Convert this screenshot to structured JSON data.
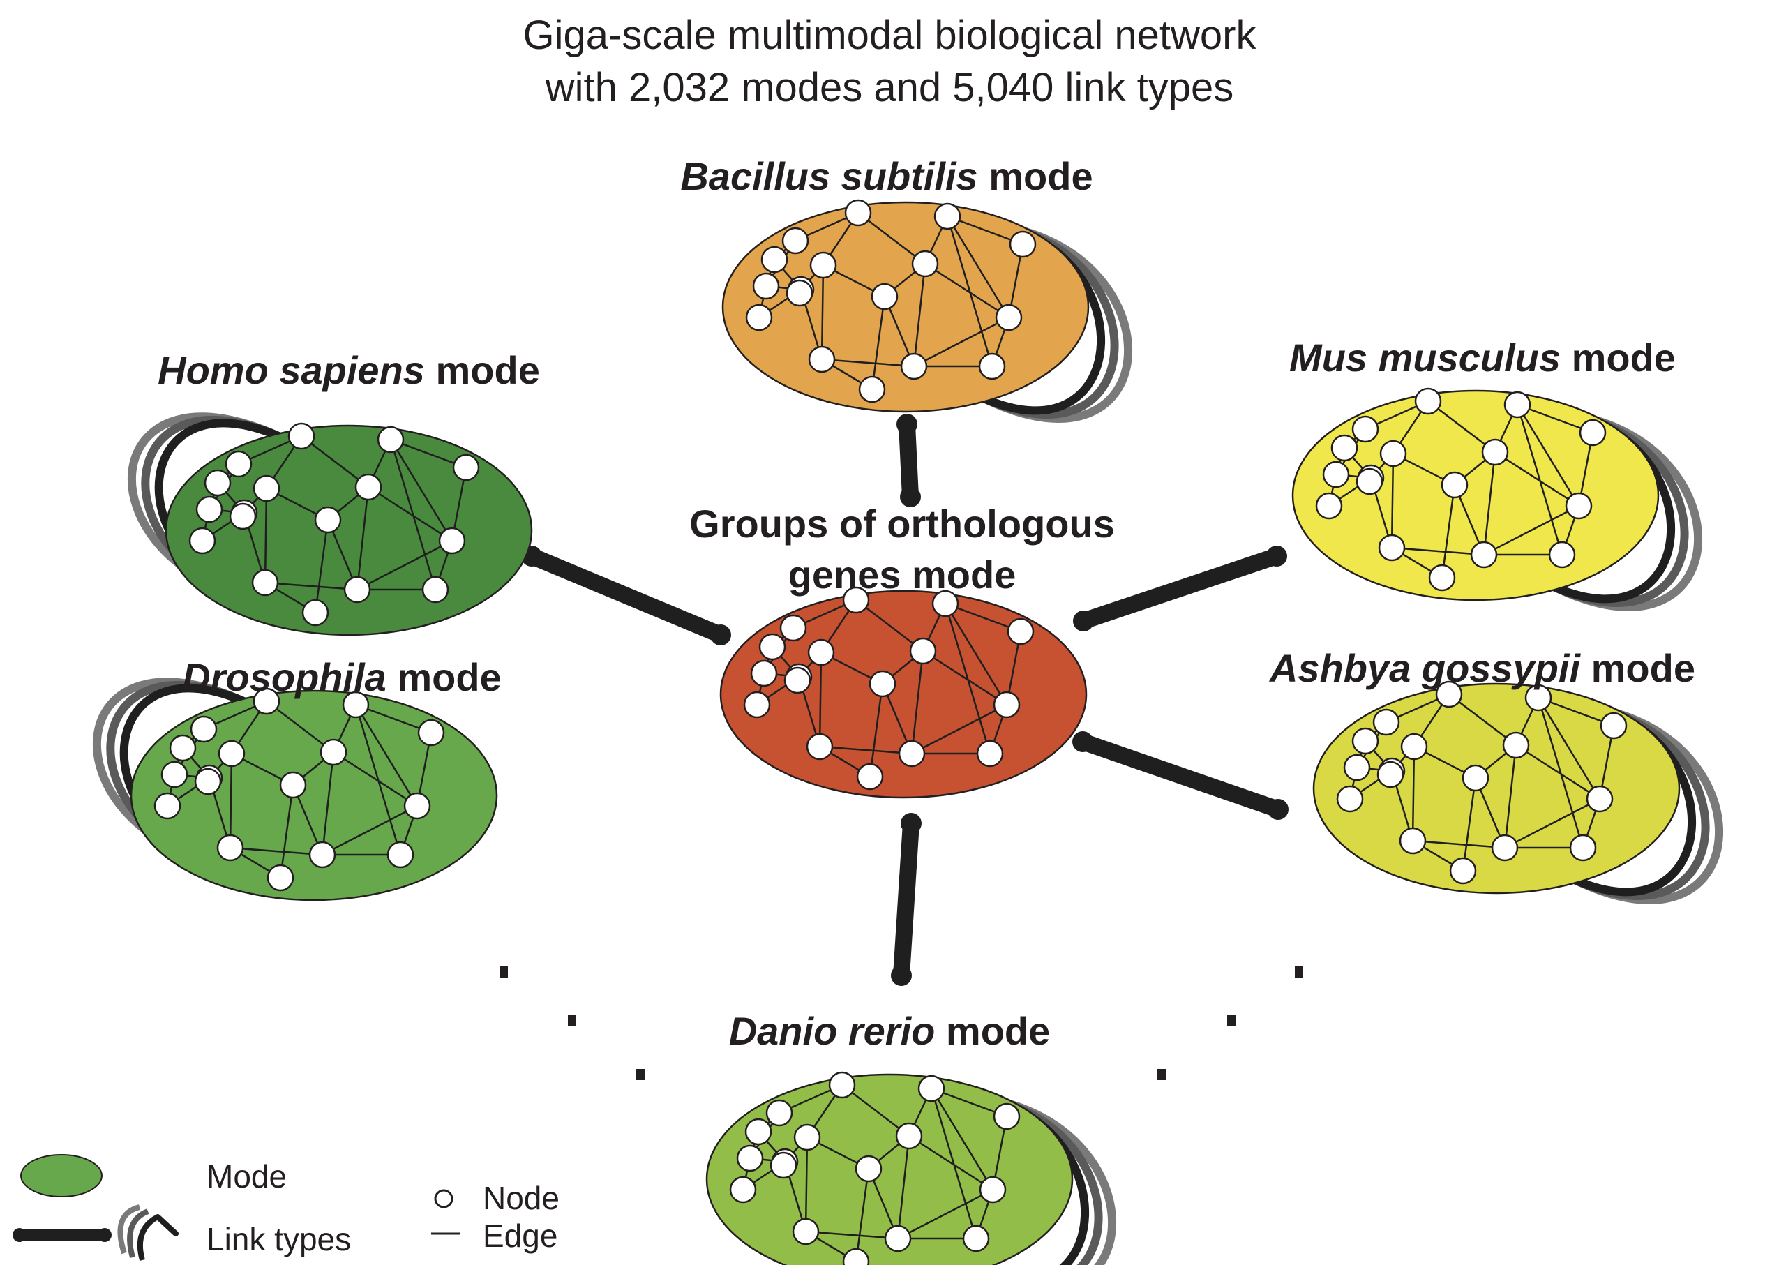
{
  "title": {
    "line1": "Giga-scale multimodal biological network",
    "line2": "with 2,032 modes and 5,040 link types"
  },
  "modes": [
    {
      "id": "center",
      "label_lines": [
        [
          {
            "t": "Groups of orthologous",
            "i": false
          }
        ],
        [
          {
            "t": "genes mode",
            "i": false
          }
        ]
      ],
      "color": "#c65232"
    },
    {
      "id": "bacillus",
      "label_lines": [
        [
          {
            "t": "Bacillus subtilis",
            "i": true
          },
          {
            "t": " mode",
            "i": false
          }
        ]
      ],
      "color": "#e2a54d"
    },
    {
      "id": "homo",
      "label_lines": [
        [
          {
            "t": "Homo sapiens",
            "i": true
          },
          {
            "t": " mode",
            "i": false
          }
        ]
      ],
      "color": "#4a8a3e"
    },
    {
      "id": "drosophila",
      "label_lines": [
        [
          {
            "t": "Drosophila",
            "i": true
          },
          {
            "t": " mode",
            "i": false
          }
        ]
      ],
      "color": "#68a84c"
    },
    {
      "id": "mus",
      "label_lines": [
        [
          {
            "t": "Mus musculus",
            "i": true
          },
          {
            "t": " mode",
            "i": false
          }
        ]
      ],
      "color": "#efe74c"
    },
    {
      "id": "ashbya",
      "label_lines": [
        [
          {
            "t": "Ashbya gossypii",
            "i": true
          },
          {
            "t": " mode",
            "i": false
          }
        ]
      ],
      "color": "#d8d944"
    },
    {
      "id": "danio",
      "label_lines": [
        [
          {
            "t": "Danio rerio",
            "i": true
          },
          {
            "t": " mode",
            "i": false
          }
        ]
      ],
      "color": "#93bd49"
    }
  ],
  "legend": {
    "mode_label": "Mode",
    "link_types_label": "Link types",
    "node_label": "Node",
    "edge_label": "Edge",
    "mode_swatch_color": "#68a84c"
  },
  "colors": {
    "link_dark": "#1f1f1f",
    "loop_mid": "#5a5a5a",
    "loop_light": "#7a7a7a",
    "edge": "#1f1f1f",
    "node_fill": "#ffffff"
  }
}
